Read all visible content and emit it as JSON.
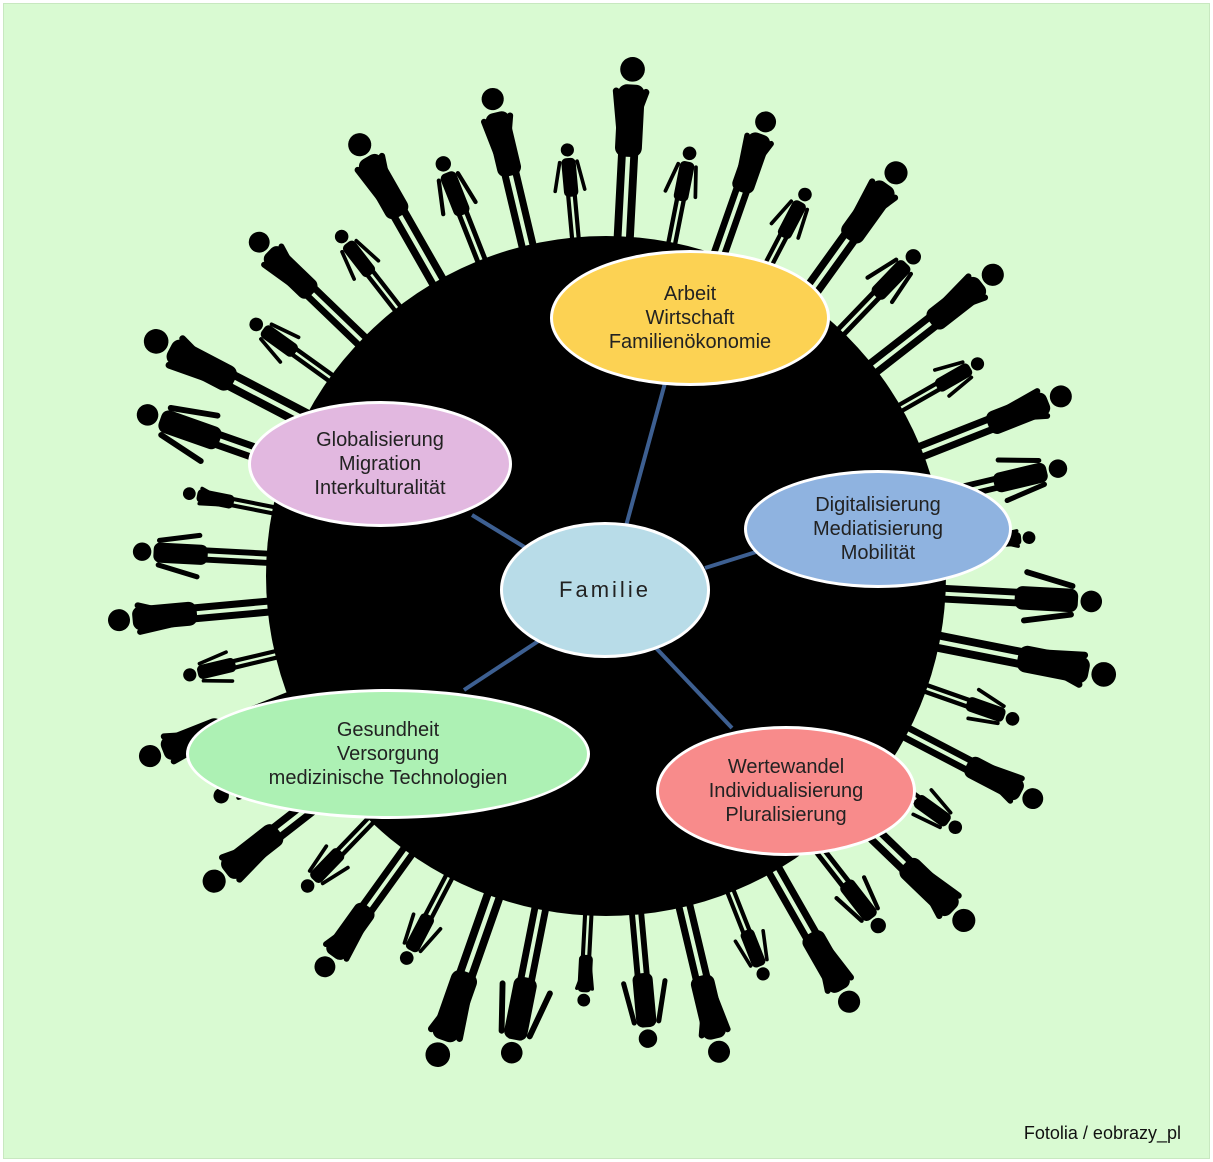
{
  "center": {
    "label": "Familie",
    "color": "#b8dce8"
  },
  "topics": {
    "work": {
      "lines": [
        "Arbeit",
        "Wirtschaft",
        "Familienökonomie"
      ],
      "color": "#fcd253"
    },
    "globalization": {
      "lines": [
        "Globalisierung",
        "Migration",
        "Interkulturalität"
      ],
      "color": "#e2b8e0"
    },
    "digitalization": {
      "lines": [
        "Digitalisierung",
        "Mediatisierung",
        "Mobilität"
      ],
      "color": "#8fb3e0"
    },
    "health": {
      "lines": [
        "Gesundheit",
        "Versorgung",
        "medizinische Technologien"
      ],
      "color": "#adf1b4"
    },
    "values": {
      "lines": [
        "Wertewandel",
        "Individualisierung",
        "Pluralisierung"
      ],
      "color": "#f88b8b"
    }
  },
  "colors": {
    "background": "#d9fad2",
    "globe": "#000000",
    "connector": "#3d5f91",
    "silhouette": "#000000"
  },
  "credit": "Fotolia / eobrazy_pl"
}
